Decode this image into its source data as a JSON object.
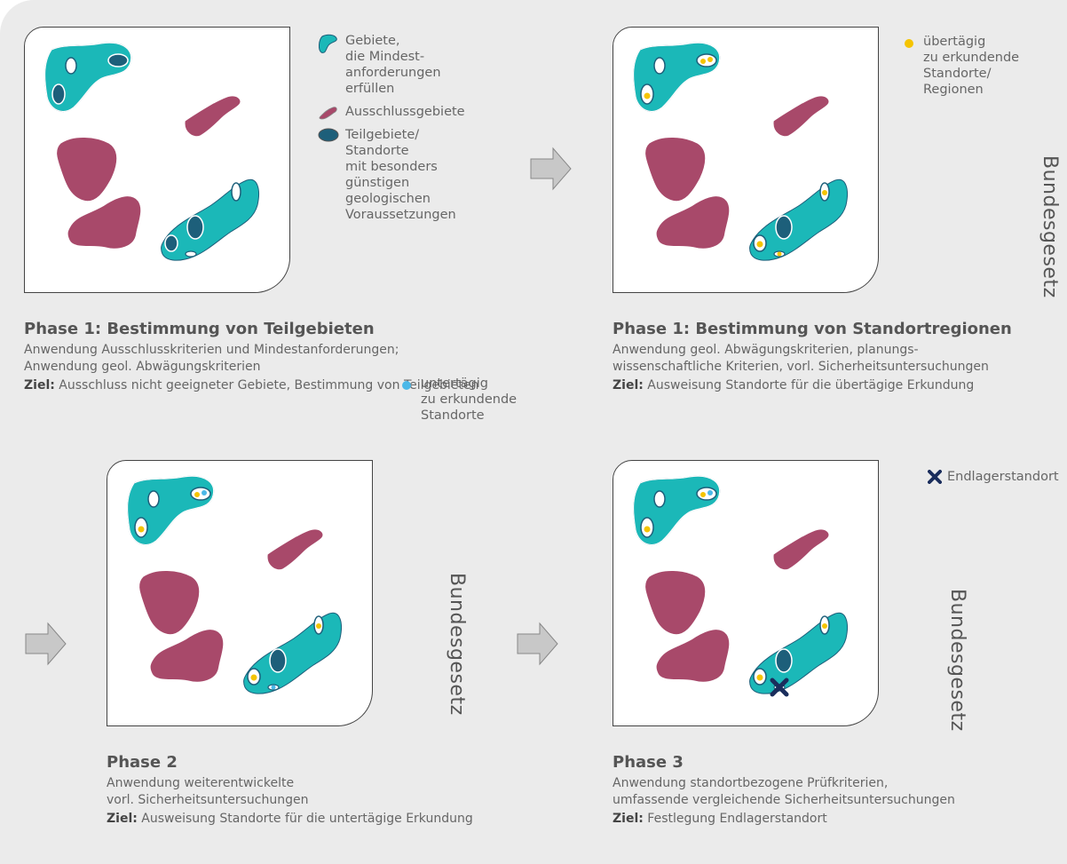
{
  "legend": {
    "areas": "Gebiete,\ndie Mindest-\nanforderungen\nerfüllen",
    "exclusion": "Ausschlussgebiete",
    "subareas": "Teilgebiete/\nStandorte\nmit besonders\ngünstigen\ngeologischen\nVoraussetzungen",
    "aboveground": "übertägig\nzu erkundende\nStandorte/\nRegionen",
    "underground": "untertägig\nzu erkundende\nStandorte",
    "repository": "Endlagerstandort"
  },
  "vertical_label": "Bundesgesetz",
  "phases": [
    {
      "title": "Phase 1: Bestimmung von Teilgebieten",
      "desc": "Anwendung Ausschlusskriterien und Mindestanforderungen;\nAnwendung geol. Abwägungskriterien",
      "goal_label": "Ziel:",
      "goal_text": " Ausschluss nicht geeigneter Gebiete, Bestimmung von Teilgebieten"
    },
    {
      "title": "Phase 1: Bestimmung von Standortregionen",
      "desc": "Anwendung geol. Abwägungskriterien, planungs-\nwissenschaftliche Kriterien, vorl. Sicherheitsuntersuchungen",
      "goal_label": "Ziel:",
      "goal_text": " Ausweisung Standorte für die übertägige Erkundung"
    },
    {
      "title": "Phase 2",
      "desc": "Anwendung weiterentwickelte\nvorl. Sicherheitsuntersuchungen",
      "goal_label": "Ziel:",
      "goal_text": " Ausweisung Standorte für die untertägige Erkundung"
    },
    {
      "title": "Phase 3",
      "desc": "Anwendung standortbezogene Prüfkriterien,\numfassende vergleichende Sicherheitsuntersuchungen",
      "goal_label": "Ziel:",
      "goal_text": " Festlegung Endlagerstandort"
    }
  ],
  "colors": {
    "teal": "#1bb8b8",
    "magenta": "#a8496a",
    "darkblue": "#1d5f7a",
    "yellow": "#f5c400",
    "lightblue": "#4bb8e8",
    "navy": "#1a2d5c"
  }
}
